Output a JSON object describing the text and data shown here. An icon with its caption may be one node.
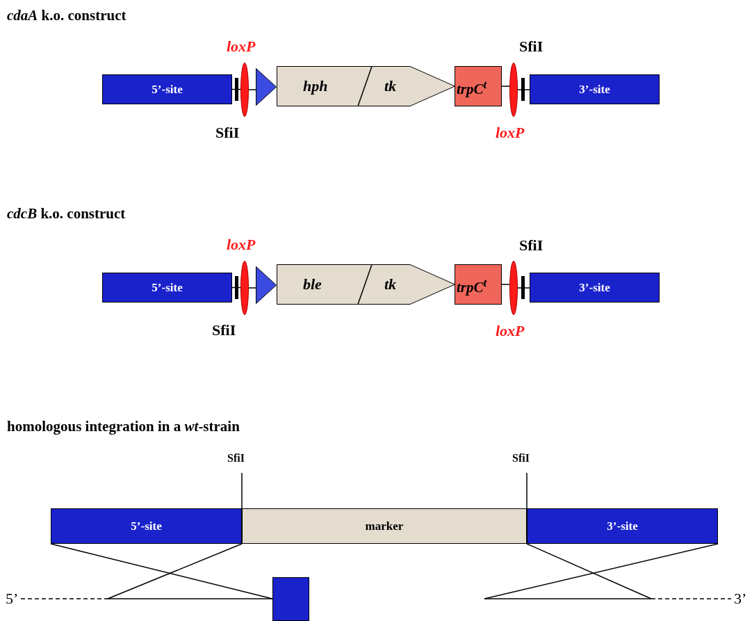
{
  "diagram": {
    "nodes": [
      {
        "text": [
          "5’-site"
        ]
      },
      {
        "text": [
          "loxP"
        ]
      },
      {
        "text": [],
        "shape": "triangle"
      },
      {
        "text": [
          "hph",
          "tk"
        ]
      },
      {
        "text": [
          "trpC$^{t}$"
        ]
      },
      {
        "text": [
          "loxP"
        ]
      },
      {
        "text": [
          "3’-site"
        ]
      },
      {
        "text": [
          "5’-site"
        ]
      },
      {
        "text": [
          "loxP"
        ]
      },
      {
        "text": [],
        "shape": "triangle"
      },
      {
        "text": [
          "ble",
          "tk"
        ]
      },
      {
        "text": [
          "trpC$^{t}$"
        ]
      },
      {
        "text": [
          "loxP"
        ]
      },
      {
        "text": [
          "3’-site"
        ]
      },
      {
        "text": [
          "5’-site"
        ]
      },
      {
        "text": [
          "marker"
        ]
      },
      {
        "text": [
          "3’-site"
        ]
      },
      {
        "text": [],
        "shape": "box"
      }
    ],
    "edges": [
      {
        "from": 0,
        "to": 1,
        "arrow": "none"
      },
      {
        "from": 1,
        "to": 2,
        "arrow": "none"
      },
      {
        "from": 4,
        "to": 5,
        "arrow": "none"
      },
      {
        "from": 5,
        "to": 6,
        "arrow": "none"
      },
      {
        "from": 7,
        "to": 8,
        "arrow": "none"
      },
      {
        "from": 8,
        "to": 9,
        "arrow": "none"
      },
      {
        "from": 11,
        "to": 12,
        "arrow": "none"
      },
      {
        "from": 12,
        "to": 13,
        "arrow": "none"
      }
    ],
    "labels": [
      "*cdaA* k.o. construct",
      "SfiI",
      "SfiI",
      "*cdcB* k.o. construct",
      "SfiI",
      "SfiI",
      "homologous integration in a *wt*-strain",
      "SfiI",
      "SfiI",
      "5’",
      "3’"
    ]
  }
}
